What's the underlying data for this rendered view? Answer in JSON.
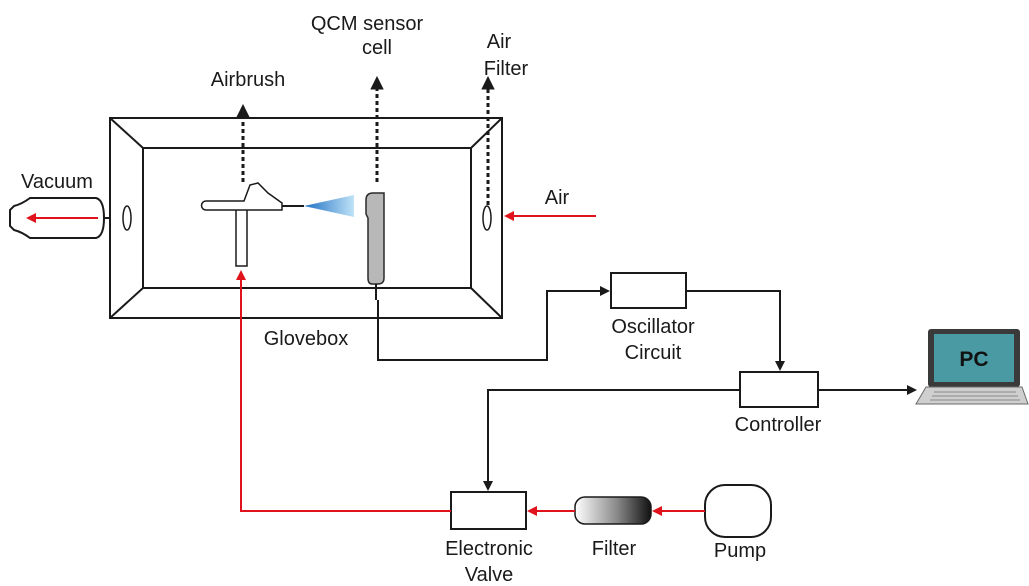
{
  "labels": {
    "qcm_line1": "QCM sensor",
    "qcm_line2": "cell",
    "airbrush": "Airbrush",
    "air_filter_line1": "Air",
    "air_filter_line2": "Filter",
    "vacuum": "Vacuum",
    "air": "Air",
    "glovebox": "Glovebox",
    "oscillator_line1": "Oscillator",
    "oscillator_line2": "Circuit",
    "controller": "Controller",
    "pc": "PC",
    "valve_line1": "Electronic",
    "valve_line2": "Valve",
    "filter": "Filter",
    "pump": "Pump"
  },
  "colors": {
    "gas_flow": "#e0121b",
    "signal_line": "#1a1a1a",
    "pc_screen": "#4a9aa4",
    "spray": "#3d8fd6"
  }
}
